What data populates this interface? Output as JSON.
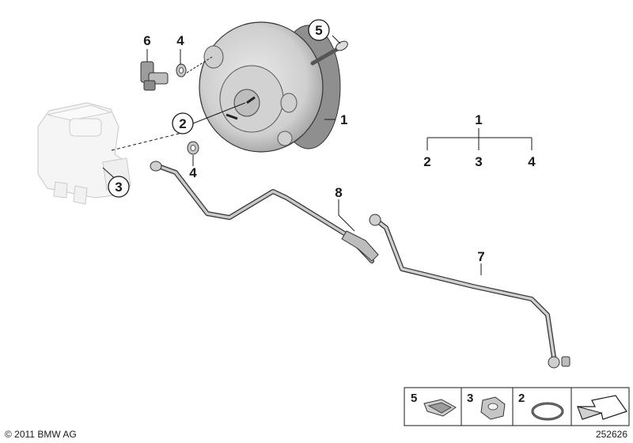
{
  "diagram": {
    "callouts": {
      "c1_main": "1",
      "c2_circled": "2",
      "c3_circled": "3",
      "c4_top": "4",
      "c4_bottom": "4",
      "c5_circled": "5",
      "c6": "6",
      "c7": "7",
      "c8": "8"
    },
    "tree": {
      "root": "1",
      "left": "2",
      "middle": "3",
      "right": "4"
    },
    "legend": {
      "item_a": "5",
      "item_b": "3",
      "item_c": "2"
    }
  },
  "footer": {
    "copyright": "© 2011 BMW AG",
    "diagram_number": "252626"
  },
  "icons": [
    "clip-icon",
    "nut-icon",
    "o-ring-icon",
    "arrow-corner-icon"
  ],
  "colors": {
    "line": "#1a1a1a",
    "part_fill": "#d9d9d9",
    "part_shadow": "#a7a7a7",
    "faded_part": "#ececec"
  }
}
